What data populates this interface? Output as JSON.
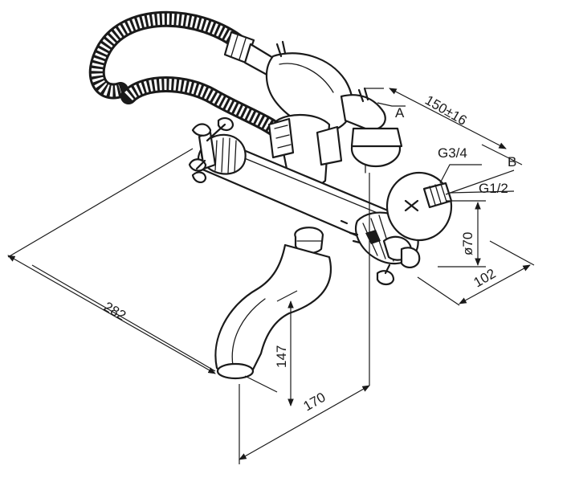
{
  "labels": {
    "overall_length": "282",
    "spout_height": "147",
    "spout_projection": "170",
    "center_distance": "150±16",
    "outlet_thread": "G3/4",
    "inlet_thread": "G1/2",
    "eccentric_diameter": "ø70",
    "eccentric_length": "102",
    "marker_a": "A",
    "marker_b": "B"
  },
  "colors": {
    "line": "#1a1a1a",
    "background": "#ffffff"
  }
}
